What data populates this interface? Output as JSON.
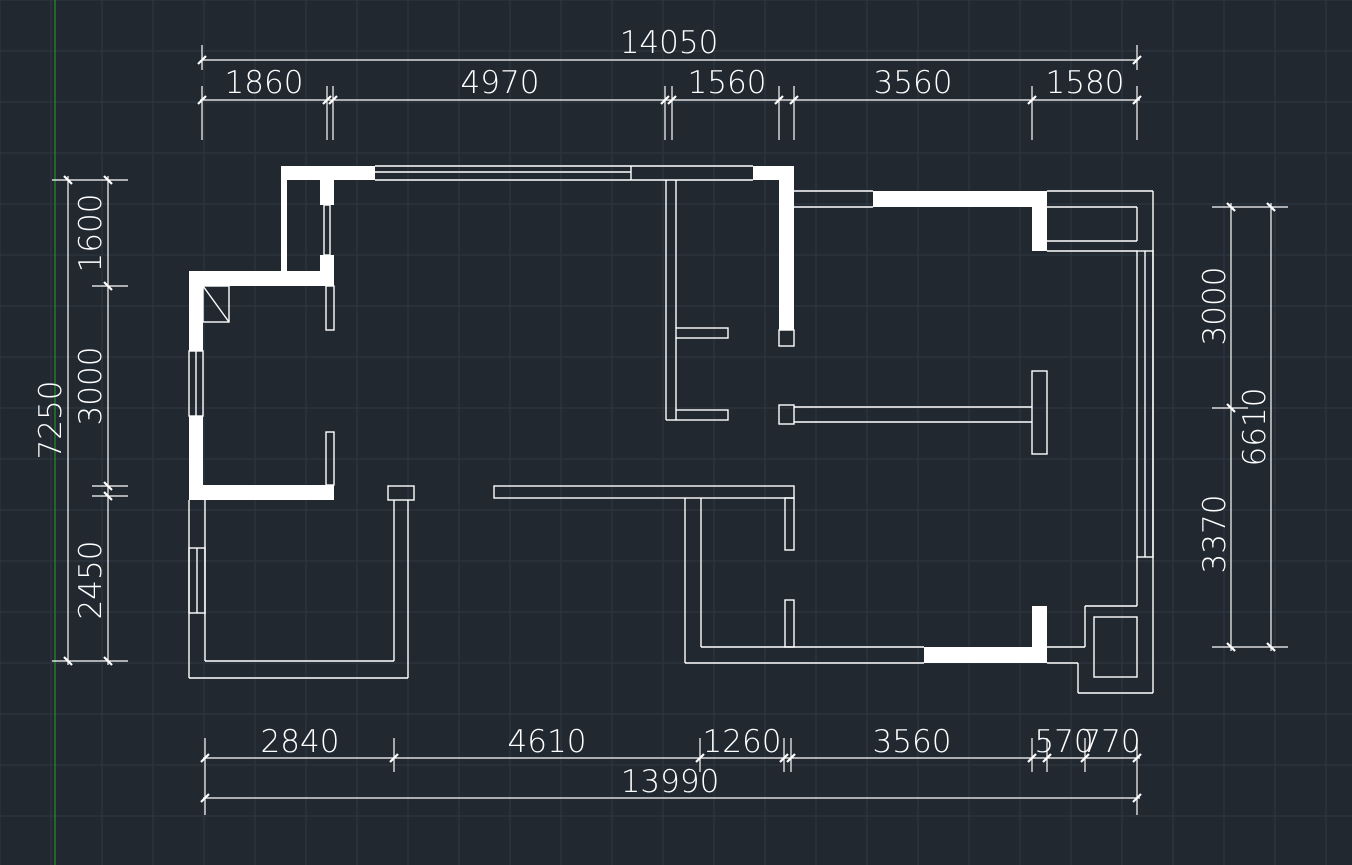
{
  "drawing": {
    "background_color": "#212830",
    "grid_color": "#2e3742",
    "line_color": "#ffffff",
    "wall_fill_color": "#ffffff",
    "ucs_axis_color": "#1fa32a"
  },
  "dimensions": {
    "top": {
      "overall": "14050",
      "segments": [
        "1860",
        "4970",
        "1560",
        "3560",
        "1580"
      ]
    },
    "bottom": {
      "overall": "13990",
      "segments": [
        "2840",
        "4610",
        "1260",
        "3560",
        "570",
        "770"
      ]
    },
    "left": {
      "overall": "7250",
      "segments": [
        "1600",
        "3000",
        "2450"
      ]
    },
    "right": {
      "overall": "6610",
      "segments": [
        "3000",
        "3370"
      ]
    }
  }
}
